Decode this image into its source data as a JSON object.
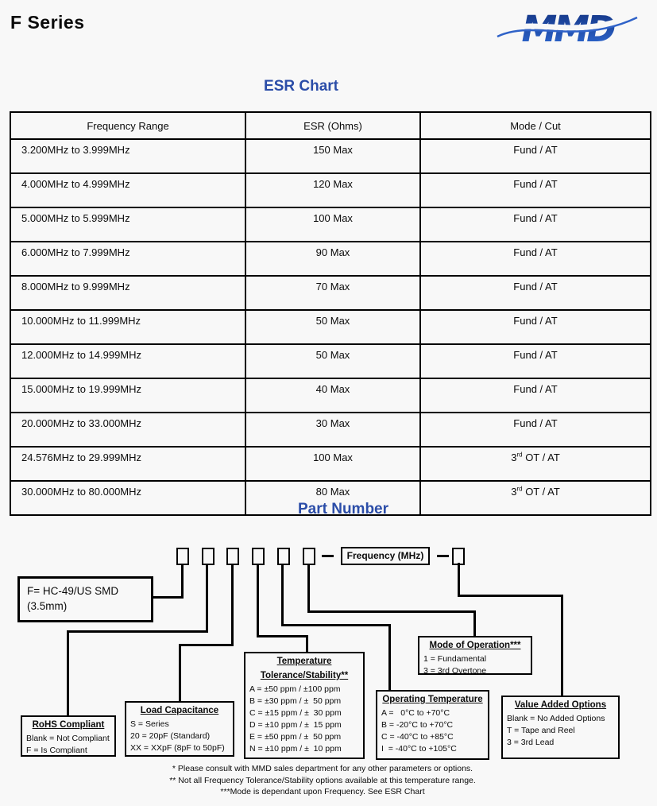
{
  "page_title": "F Series",
  "logo_text": "MMD",
  "colors": {
    "heading_blue": "#2b4da8",
    "logo_blue_dark": "#13327f",
    "logo_blue_light": "#2f6bd6",
    "line_black": "#000000",
    "page_background": "#f8f8f8"
  },
  "esr": {
    "heading": "ESR Chart",
    "columns": [
      "Frequency Range",
      "ESR (Ohms)",
      "Mode / Cut"
    ],
    "rows": [
      [
        "3.200MHz to 3.999MHz",
        "150 Max",
        "Fund / AT"
      ],
      [
        "4.000MHz to 4.999MHz",
        "120 Max",
        "Fund / AT"
      ],
      [
        "5.000MHz to 5.999MHz",
        "100 Max",
        "Fund / AT"
      ],
      [
        "6.000MHz to 7.999MHz",
        "90 Max",
        "Fund / AT"
      ],
      [
        "8.000MHz to 9.999MHz",
        "70 Max",
        "Fund / AT"
      ],
      [
        "10.000MHz to 11.999MHz",
        "50 Max",
        "Fund / AT"
      ],
      [
        "12.000MHz to 14.999MHz",
        "50 Max",
        "Fund / AT"
      ],
      [
        "15.000MHz to 19.999MHz",
        "40 Max",
        "Fund / AT"
      ],
      [
        "20.000MHz to 33.000MHz",
        "30 Max",
        "Fund / AT"
      ],
      [
        "24.576MHz to 29.999MHz",
        "100 Max",
        "3rd OT / AT"
      ],
      [
        "30.000MHz to 80.000MHz",
        "80 Max",
        "3rd OT / AT"
      ]
    ]
  },
  "part_number": {
    "heading": "Part Number",
    "frequency_box_label": "Frequency (MHz)",
    "series_box": [
      "F= HC-49/US SMD",
      "(3.5mm)"
    ],
    "legend_boxes": {
      "rohs": {
        "titles": [
          "RoHS Compliant"
        ],
        "items": [
          "Blank = Not Compliant",
          "F = Is Compliant"
        ]
      },
      "load_capacitance": {
        "titles": [
          "Load Capacitance"
        ],
        "items": [
          "S = Series",
          "20 = 20pF (Standard)",
          "XX = XXpF (8pF to 50pF)"
        ]
      },
      "temperature_tolerance": {
        "titles": [
          "Temperature",
          "Tolerance/Stability**"
        ],
        "items": [
          "A = ±50 ppm / ±100 ppm",
          "B = ±30 ppm / ±  50 ppm",
          "C = ±15 ppm / ±  30 ppm",
          "D = ±10 ppm / ±  15 ppm",
          "E = ±50 ppm / ±  50 ppm",
          "N = ±10 ppm / ±  10 ppm"
        ]
      },
      "operating_temperature": {
        "titles": [
          "Operating Temperature"
        ],
        "items": [
          "A =   0°C to +70°C",
          "B = -20°C to +70°C",
          "C = -40°C to +85°C",
          "I  = -40°C to +105°C"
        ]
      },
      "mode_of_operation": {
        "titles": [
          "Mode of Operation***"
        ],
        "items": [
          "1 = Fundamental",
          "3 = 3rd Overtone"
        ]
      },
      "value_added_options": {
        "titles": [
          "Value Added Options"
        ],
        "items": [
          "Blank = No Added Options",
          "T = Tape and Reel",
          "3 = 3rd Lead"
        ]
      }
    },
    "footnotes": [
      "* Please consult with MMD sales department for any other parameters or options.",
      "** Not all Frequency Tolerance/Stability options available at this temperature range.",
      "***Mode is dependant upon Frequency. See ESR Chart"
    ]
  }
}
